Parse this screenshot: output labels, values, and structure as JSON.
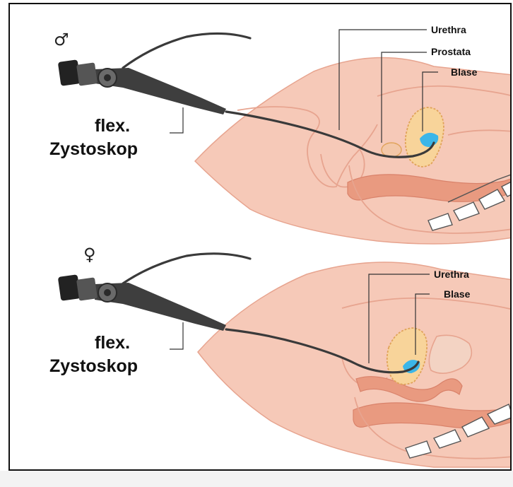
{
  "male_panel": {
    "symbol": "♂",
    "scope_label_line1": "flex.",
    "scope_label_line2": "Zystoskop",
    "labels": [
      "Urethra",
      "Prostata",
      "Blase"
    ]
  },
  "female_panel": {
    "symbol": "♀",
    "scope_label_line1": "flex.",
    "scope_label_line2": "Zystoskop",
    "labels": [
      "Urethra",
      "Blase"
    ]
  },
  "colors": {
    "skin": "#f6c9b8",
    "skin_outline": "#e7a48f",
    "muscle": "#e99a80",
    "bladder": "#f8d49a",
    "bladder_outline": "#e0a35a",
    "fluid": "#3bb6e8",
    "scope": "#3a3a3a",
    "bone": "#ffffff"
  }
}
